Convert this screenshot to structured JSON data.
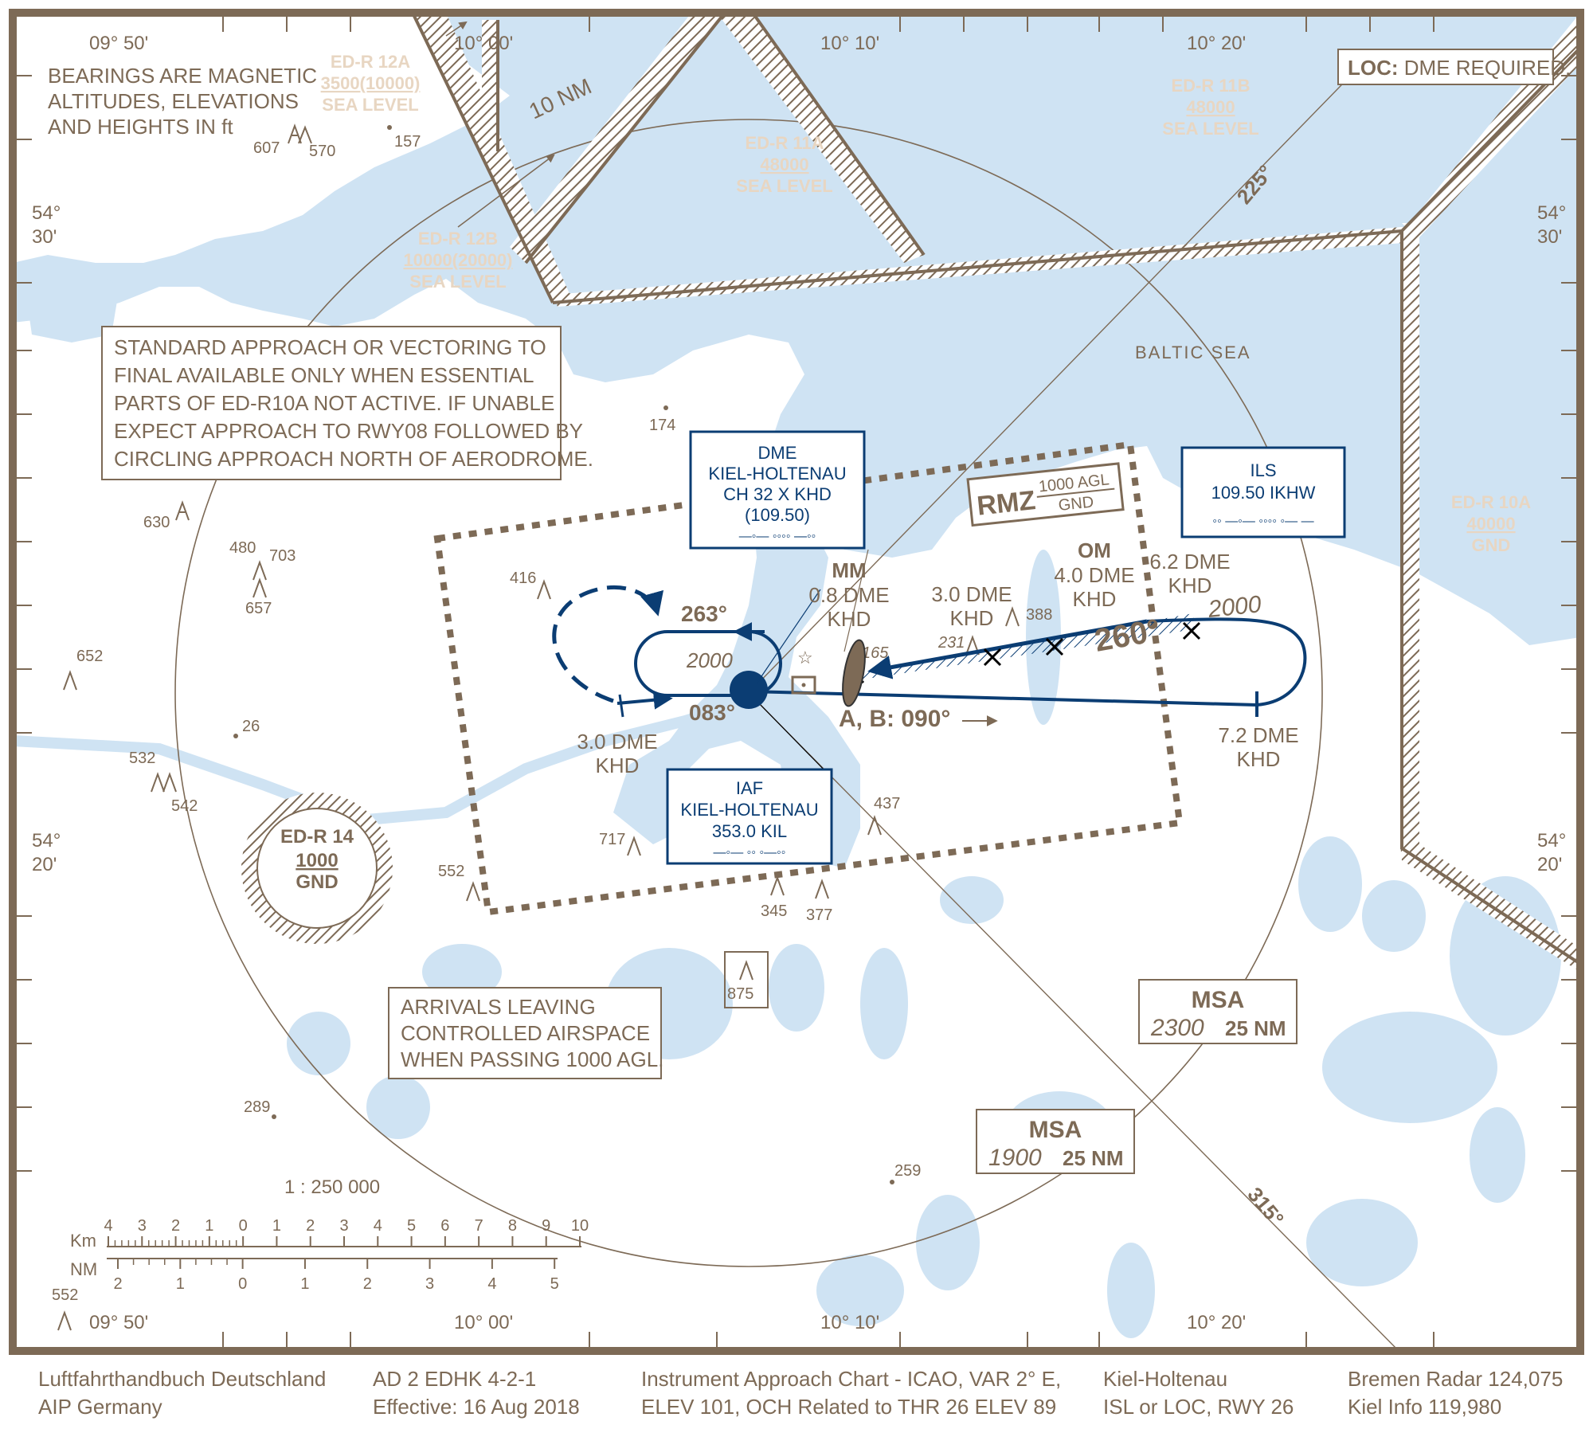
{
  "colors": {
    "brown": "#7d6a56",
    "restricted_label": "#e8d6c2",
    "blue": "#0b3d73",
    "water": "#cfe3f3",
    "land": "#ffffff"
  },
  "notes": {
    "bearings": [
      "BEARINGS ARE MAGNETIC",
      "ALTITUDES, ELEVATIONS",
      "AND HEIGHTS IN ft"
    ],
    "loc_prefix": "LOC:",
    "loc_text": " DME REQUIRED.",
    "standard_approach": [
      "STANDARD APPROACH OR VECTORING TO",
      "FINAL AVAILABLE ONLY WHEN ESSENTIAL",
      "PARTS OF ED-R10A NOT ACTIVE. IF UNABLE",
      "EXPECT APPROACH TO RWY08 FOLLOWED BY",
      "CIRCLING APPROACH NORTH OF AERODROME."
    ],
    "arrivals": [
      "ARRIVALS LEAVING",
      "CONTROLLED AIRSPACE",
      "WHEN PASSING 1000 AGL."
    ]
  },
  "coords": {
    "top": [
      "09° 50'",
      "10° 00'",
      "10° 10'",
      "10° 20'"
    ],
    "bottom": [
      "09° 50'",
      "10° 00'",
      "10° 10'",
      "10° 20'"
    ],
    "left": [
      [
        "54°",
        "30'"
      ],
      [
        "54°",
        "20'"
      ]
    ],
    "right": [
      [
        "54°",
        "30'"
      ],
      [
        "54°",
        "20'"
      ]
    ]
  },
  "restricted_areas": {
    "r12a": [
      "ED-R 12A",
      "3500(10000)",
      "SEA LEVEL"
    ],
    "r12b": [
      "ED-R 12B",
      "10000(20000)",
      "SEA LEVEL"
    ],
    "r11a": [
      "ED-R 11A",
      "48000",
      "SEA LEVEL"
    ],
    "r11b": [
      "ED-R 11B",
      "48000",
      "SEA LEVEL"
    ],
    "r10a": [
      "ED-R 10A",
      "40000",
      "GND"
    ],
    "r14": [
      "ED-R 14",
      "1000",
      "GND"
    ]
  },
  "labels": {
    "ten_nm": "10 NM",
    "baltic_sea": "BALTIC SEA",
    "radial_225": "225°",
    "radial_315": "315°",
    "rmz": "RMZ",
    "rmz_upper": "1000 AGL",
    "rmz_lower": "GND"
  },
  "navaids": {
    "dme": [
      "DME",
      "KIEL-HOLTENAU",
      "CH 32 X KHD",
      "(109.50)"
    ],
    "dme_morse": "—◦—  ◦◦◦◦  —◦◦",
    "ils": [
      "ILS",
      "109.50 IKHW"
    ],
    "ils_morse": "◦◦  —◦—  ◦◦◦◦  ◦—  —",
    "iaf": [
      "IAF",
      "KIEL-HOLTENAU",
      "353.0 KIL"
    ],
    "iaf_morse": "—◦—  ◦◦  ◦—◦◦"
  },
  "approach": {
    "mm_title": "MM",
    "mm": [
      "0.8 DME",
      "KHD"
    ],
    "om_title": "OM",
    "om": [
      "4.0 DME",
      "KHD"
    ],
    "fix_3_0_north": [
      "3.0 DME",
      "KHD"
    ],
    "fix_6_2": [
      "6.2 DME",
      "KHD"
    ],
    "fix_7_2": [
      "7.2 DME",
      "KHD"
    ],
    "fix_3_0_west": [
      "3.0 DME",
      "KHD"
    ],
    "course_263": "263°",
    "course_083": "083°",
    "course_260": "260°",
    "course_ab": "A, B: 090°",
    "holding_alt": "2000",
    "final_alt": "2000"
  },
  "msa": [
    {
      "title": "MSA",
      "alt": "2300",
      "dist": "25 NM"
    },
    {
      "title": "MSA",
      "alt": "1900",
      "dist": "25 NM"
    }
  ],
  "elevations": {
    "e607": "607",
    "e570": "570",
    "e157": "157",
    "e174": "174",
    "e630": "630",
    "e480": "480",
    "e703": "703",
    "e657": "657",
    "e416": "416",
    "e652": "652",
    "e26": "26",
    "e532": "532",
    "e542": "542",
    "e552a": "552",
    "e717": "717",
    "e345": "345",
    "e377": "377",
    "e437": "437",
    "e875": "875",
    "e289": "289",
    "e259": "259",
    "e552b": "552",
    "e388": "388",
    "e231": "231",
    "e165": "165"
  },
  "scale": {
    "ratio": "1 : 250 000",
    "km_label": "Km",
    "nm_label": "NM",
    "km_ticks": [
      "4",
      "3",
      "2",
      "1",
      "0",
      "1",
      "2",
      "3",
      "4",
      "5",
      "6",
      "7",
      "8",
      "9",
      "10"
    ],
    "nm_ticks": [
      "2",
      "1",
      "0",
      "1",
      "2",
      "3",
      "4",
      "5"
    ]
  },
  "footer": {
    "col1": [
      "Luftfahrthandbuch Deutschland",
      "AIP Germany"
    ],
    "col2": [
      "AD 2 EDHK 4-2-1",
      "Effective: 16 Aug 2018"
    ],
    "col3": [
      "Instrument Approach Chart - ICAO, VAR 2° E,",
      "ELEV 101, OCH Related to THR 26 ELEV 89"
    ],
    "col4": [
      "Kiel-Holtenau",
      "ISL or LOC, RWY 26"
    ],
    "col5": [
      "Bremen Radar 124,075",
      "Kiel Info 119,980"
    ]
  }
}
